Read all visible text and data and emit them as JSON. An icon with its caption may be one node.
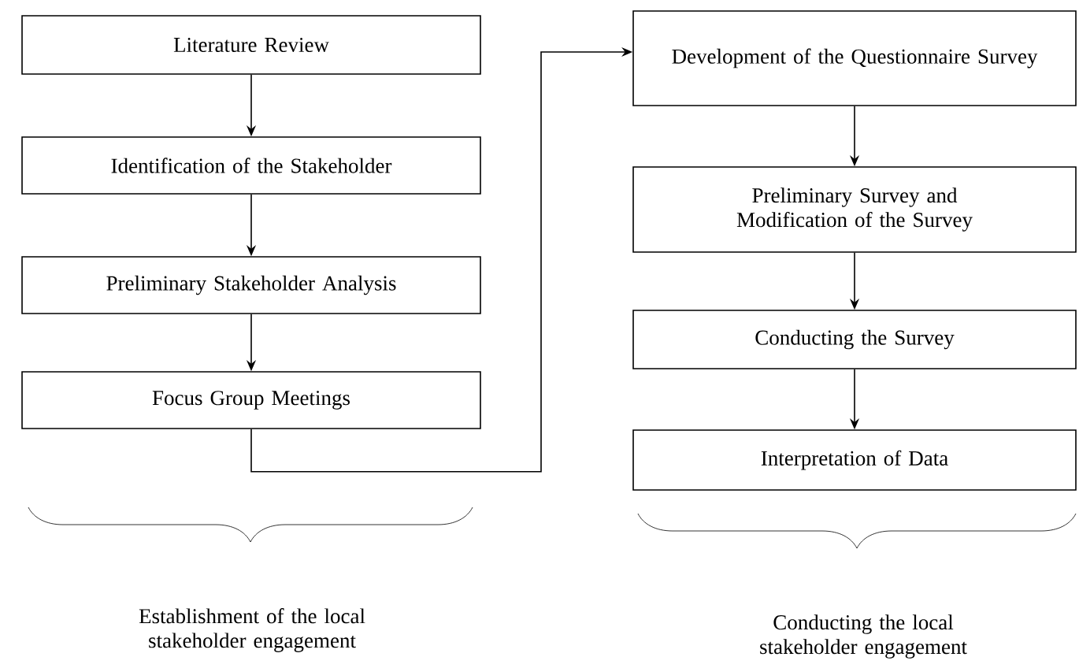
{
  "diagram": {
    "nodes": [
      {
        "text": [
          "Literature Review"
        ]
      },
      {
        "text": [
          "Identification of the Stakeholder"
        ]
      },
      {
        "text": [
          "Preliminary Stakeholder Analysis"
        ]
      },
      {
        "text": [
          "Focus Group Meetings"
        ]
      },
      {
        "text": [
          "Development of the Questionnaire Survey"
        ]
      },
      {
        "text": [
          "Preliminary Survey and Modification of the Survey"
        ]
      },
      {
        "text": [
          "Conducting the Survey"
        ]
      },
      {
        "text": [
          "Interpretation of Data"
        ]
      }
    ],
    "edges": [
      {
        "from": 0,
        "to": 1,
        "arrow": "to"
      },
      {
        "from": 1,
        "to": 2,
        "arrow": "to"
      },
      {
        "from": 2,
        "to": 3,
        "arrow": "to"
      },
      {
        "from": 3,
        "to": 4,
        "arrow": "to"
      },
      {
        "from": 4,
        "to": 5,
        "arrow": "to"
      },
      {
        "from": 5,
        "to": 6,
        "arrow": "to"
      },
      {
        "from": 6,
        "to": 7,
        "arrow": "to"
      }
    ],
    "labels": [
      "Establishment of the local stakeholder engagement",
      "Conducting the local stakeholder engagement"
    ]
  }
}
